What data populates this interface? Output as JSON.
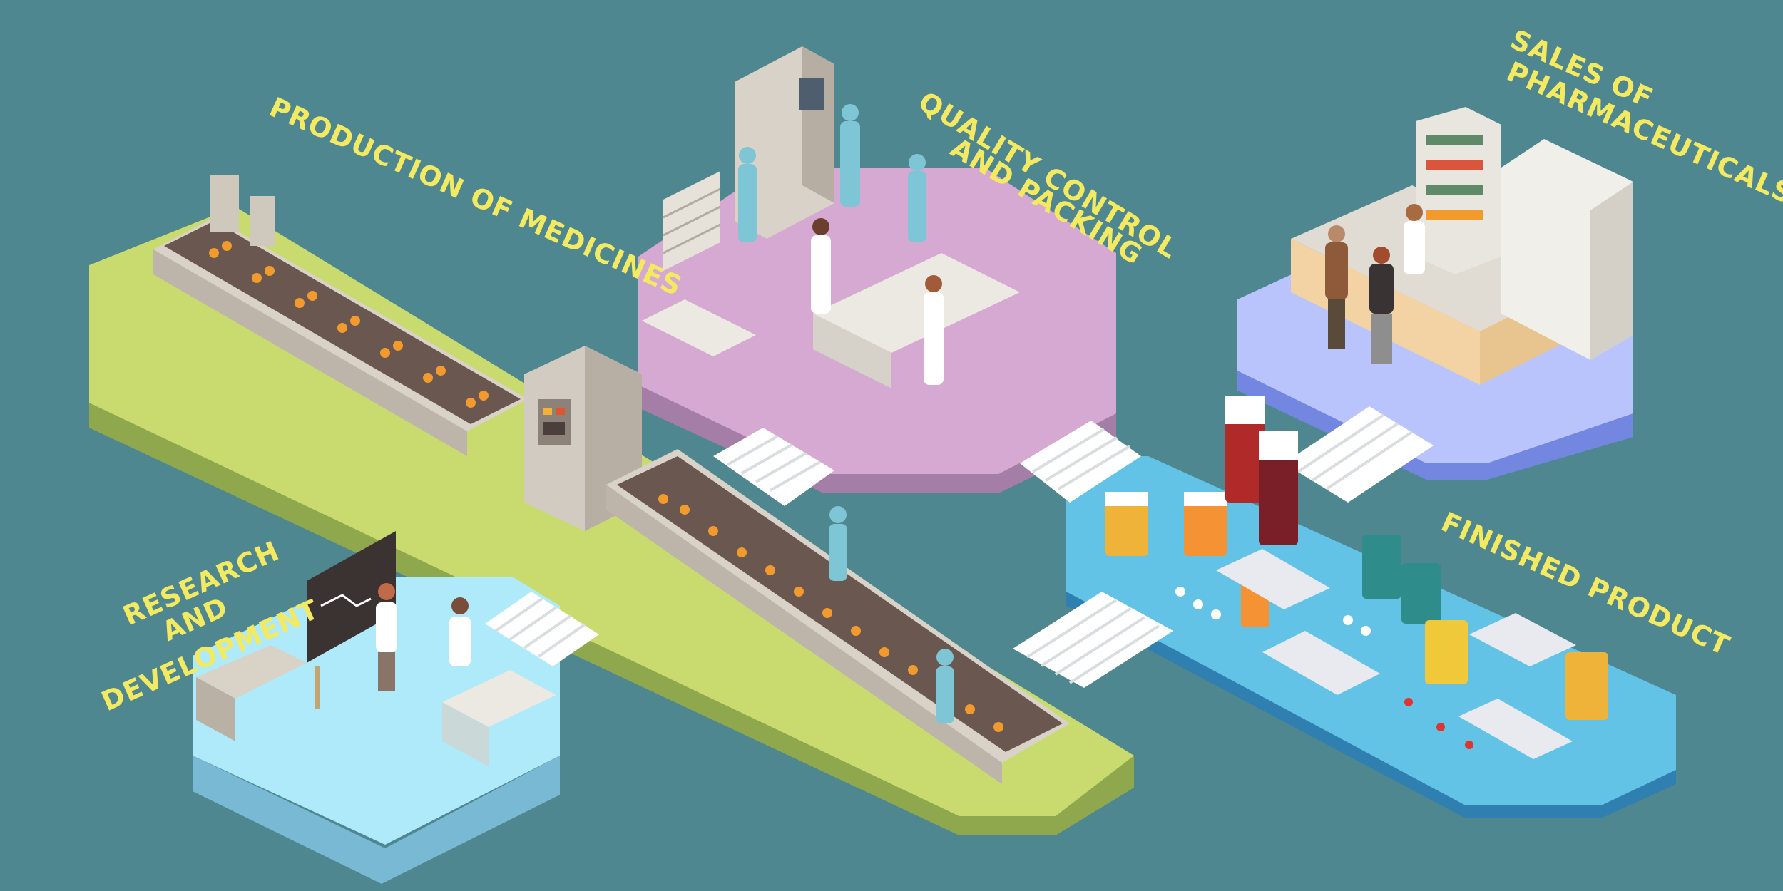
{
  "colors": {
    "background": "#4e878f",
    "label": "#f4ea62",
    "production_platform": "#c9db6f",
    "quality_platform": "#d6a9d3",
    "sales_platform": "#b8c4fb",
    "finished_platform": "#62c3e6",
    "research_platform": "#aeeafa"
  },
  "sections": {
    "production": {
      "label": "PRODUCTION OF MEDICINES"
    },
    "quality": {
      "line1": "QUALITY CONTROL",
      "line2": "AND PACKING"
    },
    "sales": {
      "line1": "SALES OF",
      "line2": "PHARMACEUTICALS"
    },
    "finished": {
      "label": "FINISHED PRODUCT"
    },
    "research": {
      "line1": "RESEARCH",
      "line2": "AND",
      "line3": "DEVELOPMENT"
    }
  }
}
